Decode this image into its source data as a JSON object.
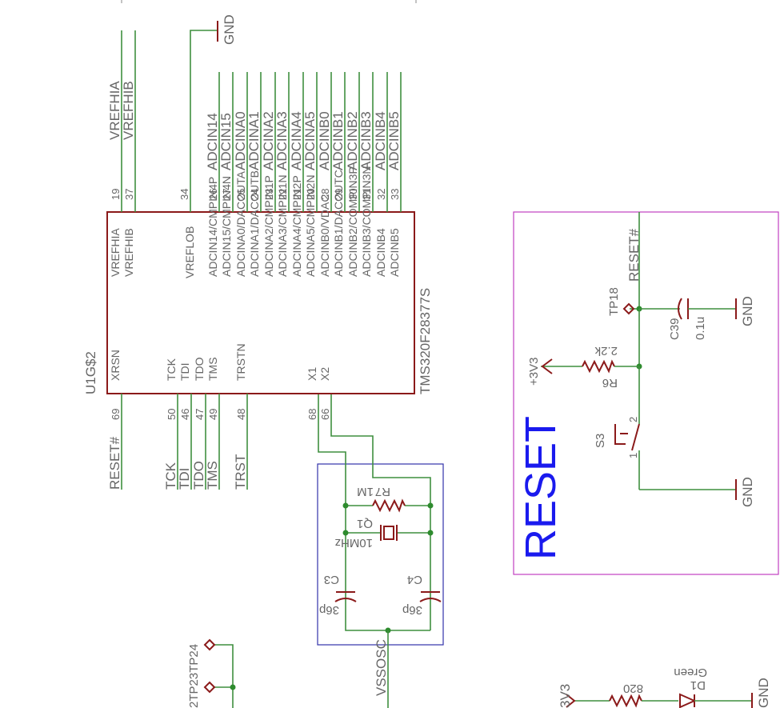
{
  "colors": {
    "wire": "#3f8f3f",
    "part": "#8b1a1a",
    "label": "#666666",
    "frame_purple": "#c040c0",
    "frame_blue": "#3333aa",
    "title_blue": "#1a1aee"
  },
  "u1": {
    "name": "U1G$2",
    "part": "TMS320F28377S",
    "top_pins": [
      {
        "num": "19",
        "label": "VREFHIA",
        "net": "VREFHIA"
      },
      {
        "num": "37",
        "label": "VREFHIB",
        "net": "VREFHIB"
      },
      {
        "num": "34",
        "label": "VREFLOB",
        "net": ""
      },
      {
        "num": "26",
        "label": "ADCIN14/CMPIN4P",
        "net": "ADCIN14"
      },
      {
        "num": "27",
        "label": "ADCIN15/CMPIN4N",
        "net": "ADCIN15"
      },
      {
        "num": "25",
        "label": "ADCINA0/DACOUTA",
        "net": "ADCINA0"
      },
      {
        "num": "24",
        "label": "ADCINA1/DACOUTB",
        "net": "ADCINA1"
      },
      {
        "num": "23",
        "label": "ADCINA2/CMPIN1P",
        "net": "ADCINA2"
      },
      {
        "num": "22",
        "label": "ADCINA3/CMPIN1N",
        "net": "ADCINA3"
      },
      {
        "num": "21",
        "label": "ADCINA4/CMPIN2P",
        "net": "ADCINA4"
      },
      {
        "num": "20",
        "label": "ADCINA5/CMPIN2N",
        "net": "ADCINA5"
      },
      {
        "num": "28",
        "label": "ADCINB0/VDAC",
        "net": "ADCINB0"
      },
      {
        "num": "29",
        "label": "ADCINB1/DACOUTC",
        "net": "ADCINB1"
      },
      {
        "num": "30",
        "label": "ADCINB2/COMPIN3P",
        "net": "ADCINB2"
      },
      {
        "num": "31",
        "label": "ADCINB3/COMPIN3N",
        "net": "ADCINB3"
      },
      {
        "num": "32",
        "label": "ADCINB4",
        "net": "ADCINB4"
      },
      {
        "num": "33",
        "label": "ADCINB5",
        "net": "ADCINB5"
      }
    ],
    "bottom_pins": [
      {
        "num": "69",
        "label": "XRSN",
        "net": "RESET#"
      },
      {
        "num": "50",
        "label": "TCK",
        "net": "TCK"
      },
      {
        "num": "46",
        "label": "TDI",
        "net": "TDI"
      },
      {
        "num": "47",
        "label": "TDO",
        "net": "TDO"
      },
      {
        "num": "49",
        "label": "TMS",
        "net": "TMS"
      },
      {
        "num": "48",
        "label": "TRSTN",
        "net": "TRST"
      },
      {
        "num": "68",
        "label": "X1",
        "net": ""
      },
      {
        "num": "66",
        "label": "X2",
        "net": ""
      }
    ],
    "gnd_label": "GND"
  },
  "osc": {
    "r7_name": "R7",
    "r7_value": "1M",
    "q1_name": "Q1",
    "q1_value": "10MHz",
    "c3_name": "C3",
    "c3_value": "36p",
    "c4_name": "C4",
    "c4_value": "36p",
    "vss_net": "VSSOSC"
  },
  "reset": {
    "title": "RESET",
    "net": "RESET#",
    "tp_name": "TP18",
    "c_name": "C39",
    "c_value": "0.1u",
    "gnd1": "GND",
    "r_name": "R6",
    "r_value": "2.2k",
    "supply": "+3V3",
    "sw_name": "S3",
    "sw_pin1": "1",
    "sw_pin2": "2",
    "gnd2": "GND"
  },
  "bottom": {
    "tp_labels": "2TP23TP24",
    "supply": "3V3",
    "r_value": "820",
    "d_name": "D1",
    "d_value": "Green",
    "gnd": "GND"
  }
}
